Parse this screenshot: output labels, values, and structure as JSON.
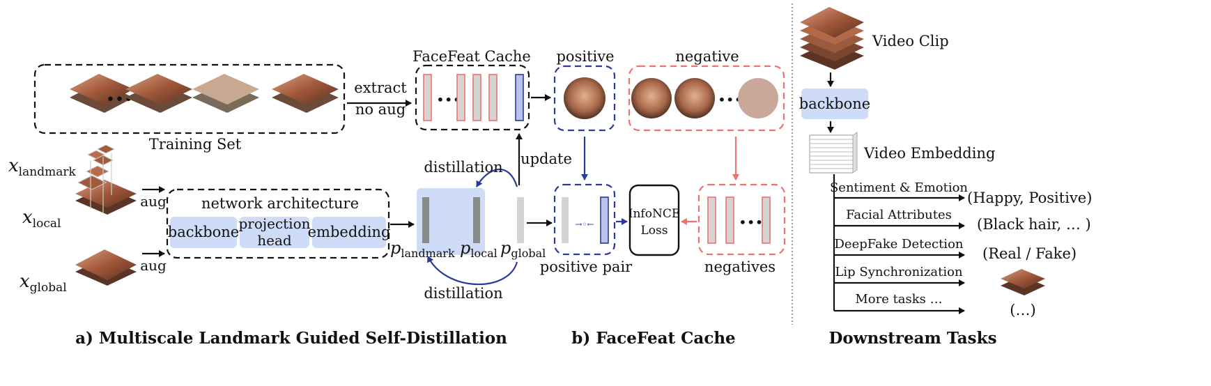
{
  "sections": {
    "a_title": "a) Multiscale Landmark Guided Self-Distillation",
    "b_title": "b) FaceFeat Cache",
    "c_title": "Downstream Tasks"
  },
  "training": {
    "label": "Training Set",
    "dots": "•••"
  },
  "arrows": {
    "extract": "extract",
    "no_aug": "no aug",
    "update": "update",
    "distill_top": "distillation",
    "distill_bottom": "distillation",
    "aug1": "aug",
    "aug2": "aug"
  },
  "inputs": {
    "x_landmark": {
      "base": "x",
      "sub": "landmark"
    },
    "x_local": {
      "base": "x",
      "sub": "local"
    },
    "x_global": {
      "base": "x",
      "sub": "global"
    }
  },
  "network": {
    "label": "network architecture",
    "backbone": "backbone",
    "projection_1": "projection",
    "projection_2": "head",
    "embedding": "embedding"
  },
  "outputs": {
    "p_landmark": {
      "base": "p",
      "sub": "landmark"
    },
    "p_local": {
      "base": "p",
      "sub": "local"
    },
    "p_global": {
      "base": "p",
      "sub": "global"
    }
  },
  "cache": {
    "label": "FaceFeat Cache",
    "dots": "•••",
    "positive": "positive",
    "negative": "negative",
    "negative_dots": "•••",
    "positive_pair": "positive pair",
    "pair_symbol": "→◦←",
    "negatives": "negatives",
    "negatives_dots": "•••",
    "loss_1": "InfoNCE",
    "loss_2": "Loss"
  },
  "downstream": {
    "video_clip": "Video Clip",
    "backbone": "backbone",
    "video_embedding": "Video Embedding",
    "tasks": [
      {
        "name": "Sentiment & Emotion",
        "output": "(Happy, Positive)"
      },
      {
        "name": "Facial Attributes",
        "output": "(Black hair, … )"
      },
      {
        "name": "DeepFake Detection",
        "output": "(Real / Fake)"
      },
      {
        "name": "Lip Synchronization",
        "output": ""
      },
      {
        "name": "More tasks …",
        "output": "(…)"
      }
    ]
  },
  "colors": {
    "blue_dark": "#2a3a9c",
    "red": "#f07070",
    "light_blue": "#cfdcf8",
    "bar_gray": "#d4d4d4",
    "bar_blue": "#b9c3e6",
    "dark_bar": "#8a8a8a",
    "skin": "#b06a48"
  }
}
